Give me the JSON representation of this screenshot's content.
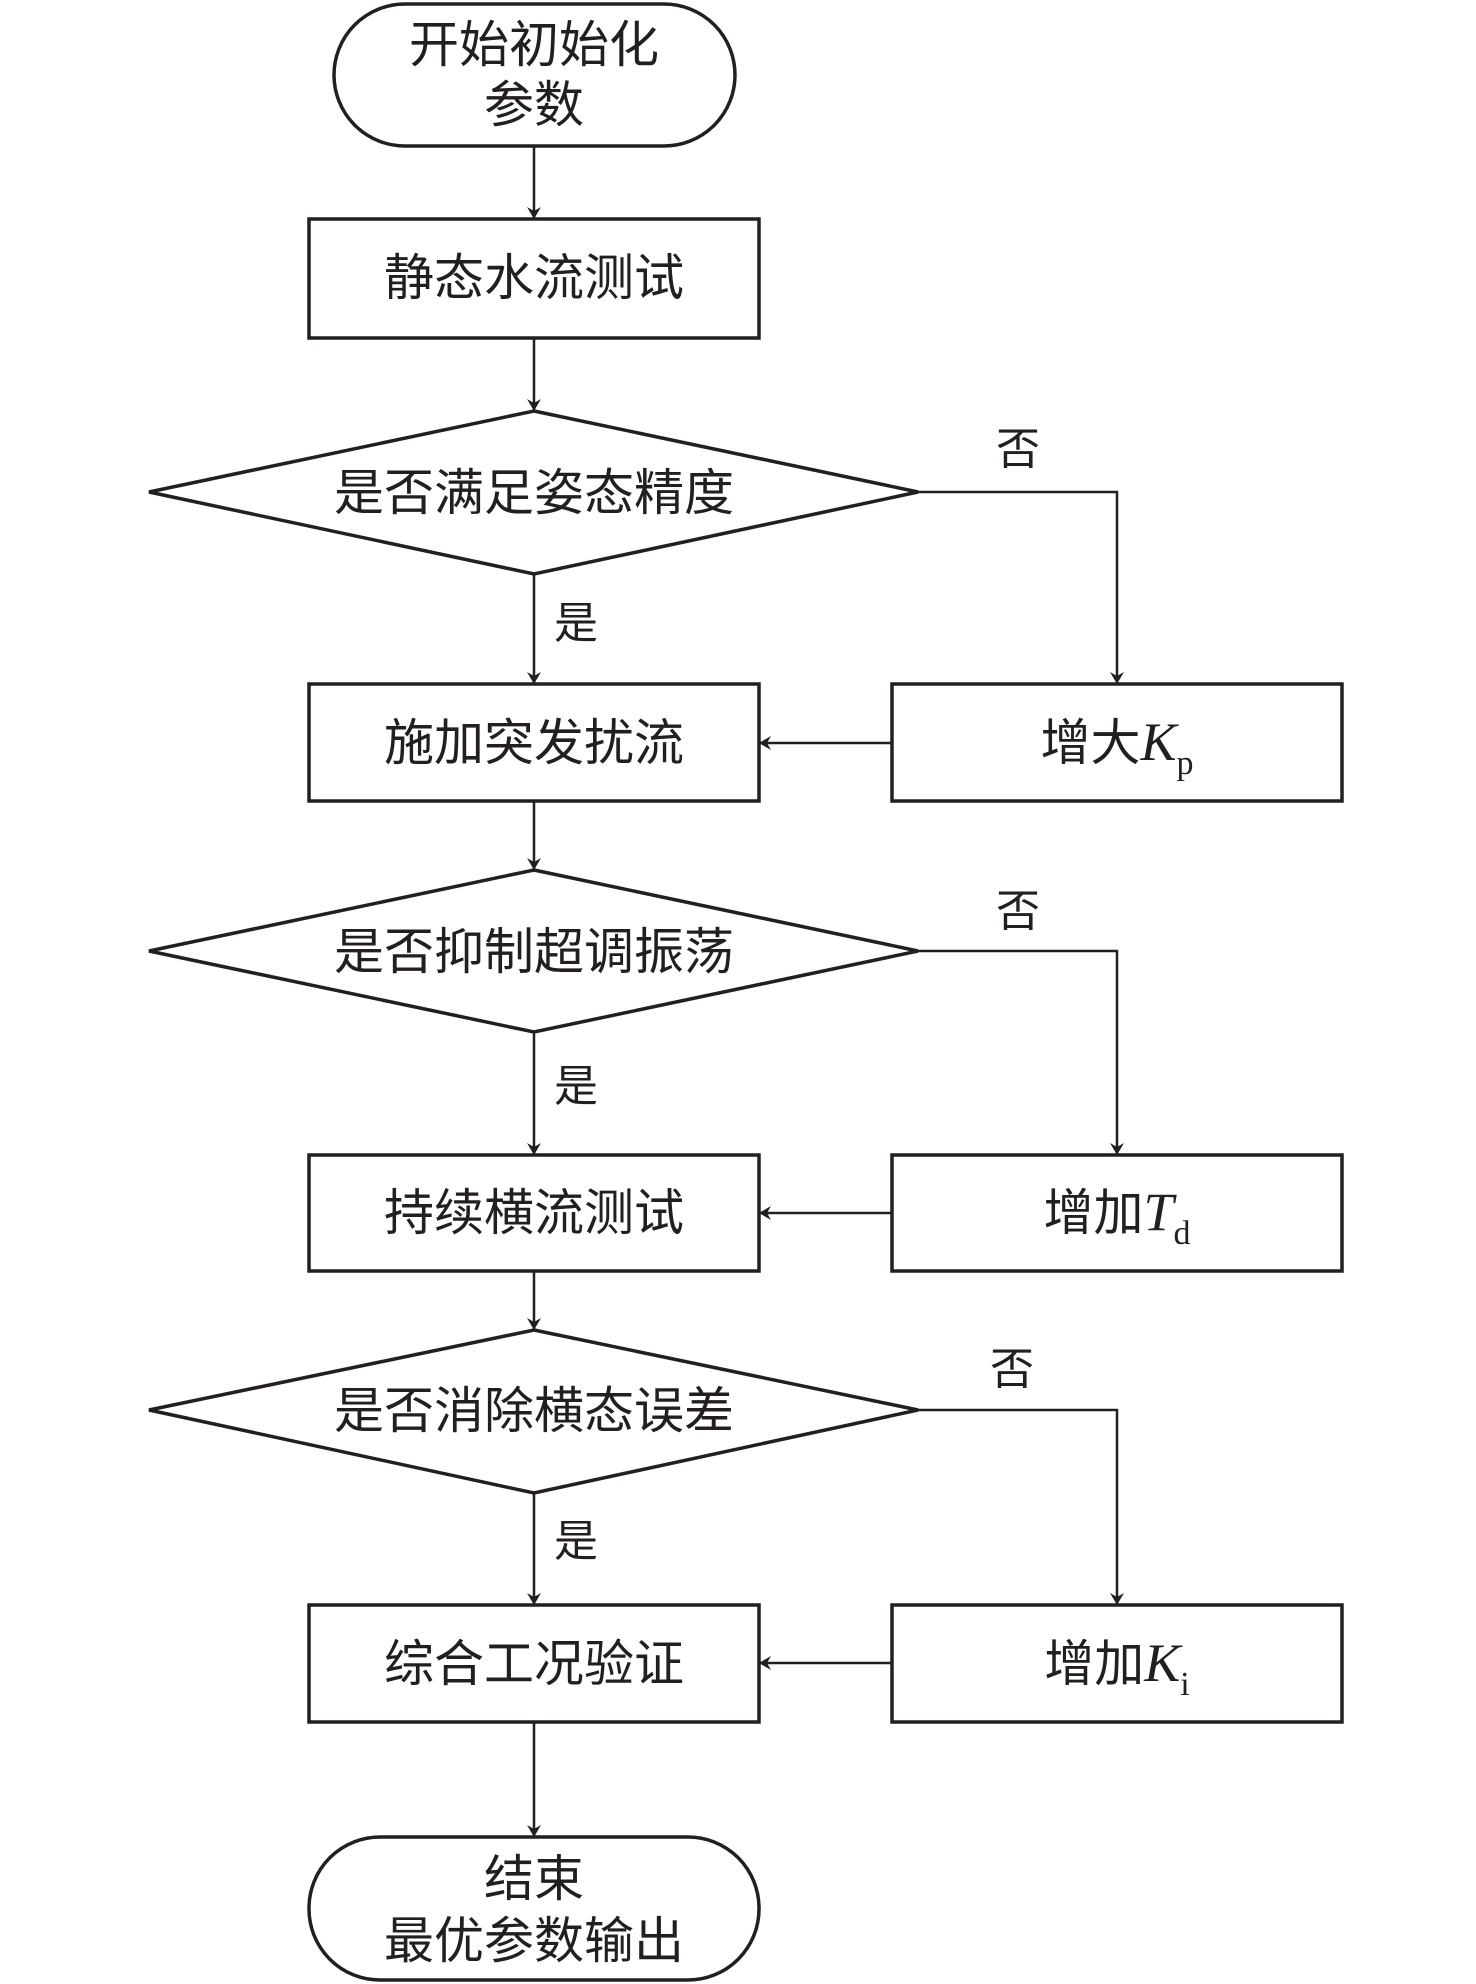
{
  "diagram": {
    "type": "flowchart",
    "nodes": {
      "start": {
        "lines": [
          "开始初始化",
          "参数"
        ],
        "shape": "terminal"
      },
      "static_test": {
        "text": "静态水流测试",
        "shape": "process"
      },
      "check_attitude": {
        "text": "是否满足姿态精度",
        "shape": "decision"
      },
      "apply_disturbance": {
        "text": "施加突发扰流",
        "shape": "process"
      },
      "increase_kp": {
        "prefix": "增大",
        "symbol": "K",
        "subscript": "p",
        "shape": "process"
      },
      "check_overshoot": {
        "text": "是否抑制超调振荡",
        "shape": "decision"
      },
      "continuous_test": {
        "text": "持续横流测试",
        "shape": "process"
      },
      "increase_td": {
        "prefix": "增加",
        "symbol": "T",
        "subscript": "d",
        "shape": "process"
      },
      "check_error": {
        "text": "是否消除横态误差",
        "shape": "decision"
      },
      "comprehensive_test": {
        "text": "综合工况验证",
        "shape": "process"
      },
      "increase_ki": {
        "prefix": "增加",
        "symbol": "K",
        "subscript": "i",
        "shape": "process"
      },
      "end": {
        "lines": [
          "结束",
          "最优参数输出"
        ],
        "shape": "terminal"
      }
    },
    "edge_labels": {
      "yes": "是",
      "no": "否"
    },
    "edges": [
      {
        "from": "start",
        "to": "static_test"
      },
      {
        "from": "static_test",
        "to": "check_attitude"
      },
      {
        "from": "check_attitude",
        "to": "apply_disturbance",
        "label": "是"
      },
      {
        "from": "check_attitude",
        "to": "increase_kp",
        "label": "否"
      },
      {
        "from": "increase_kp",
        "to": "apply_disturbance"
      },
      {
        "from": "apply_disturbance",
        "to": "check_overshoot"
      },
      {
        "from": "check_overshoot",
        "to": "continuous_test",
        "label": "是"
      },
      {
        "from": "check_overshoot",
        "to": "increase_td",
        "label": "否"
      },
      {
        "from": "increase_td",
        "to": "continuous_test"
      },
      {
        "from": "continuous_test",
        "to": "check_error"
      },
      {
        "from": "check_error",
        "to": "comprehensive_test",
        "label": "是"
      },
      {
        "from": "check_error",
        "to": "increase_ki",
        "label": "否"
      },
      {
        "from": "increase_ki",
        "to": "comprehensive_test"
      },
      {
        "from": "comprehensive_test",
        "to": "end"
      }
    ]
  }
}
